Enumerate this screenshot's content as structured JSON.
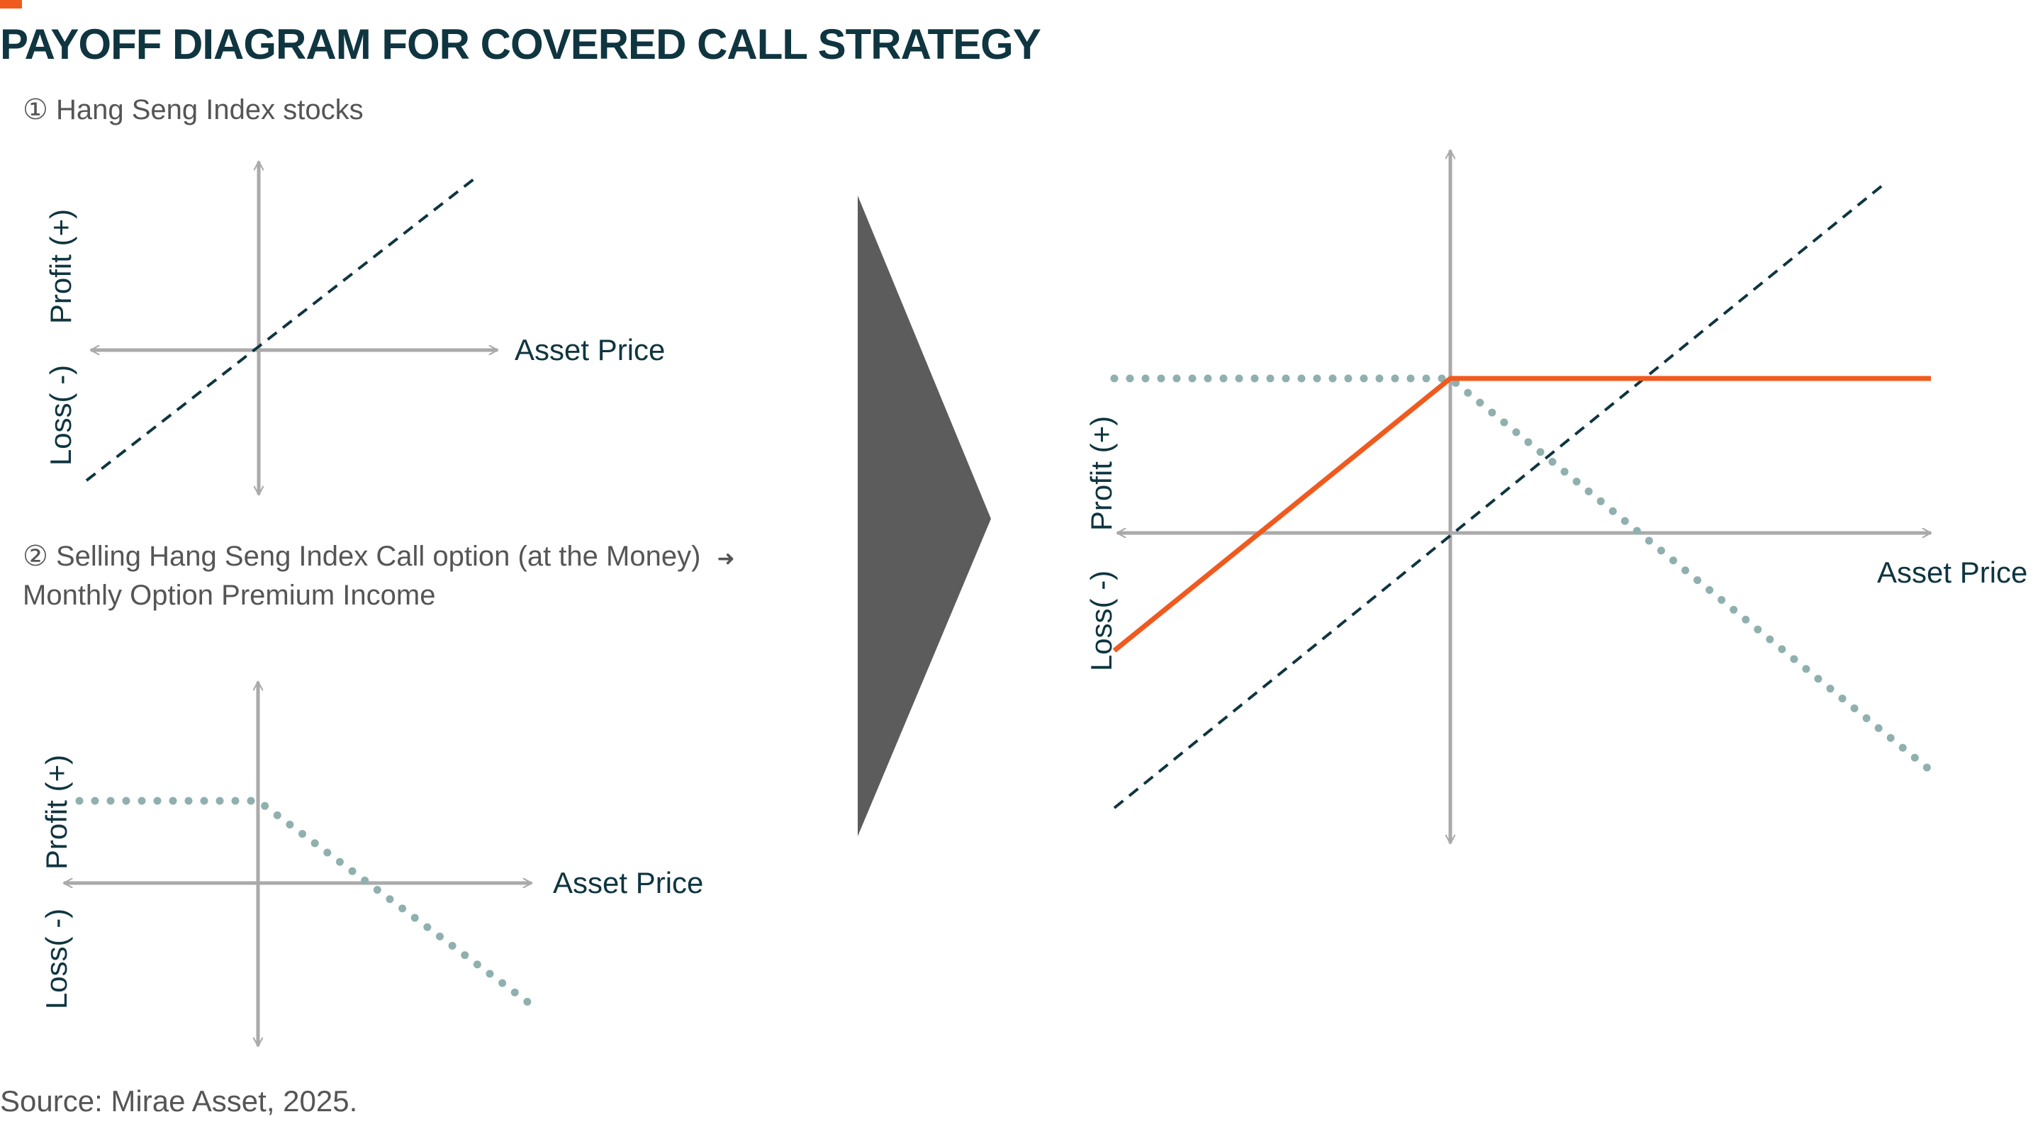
{
  "title": "PAYOFF DIAGRAM FOR COVERED CALL STRATEGY",
  "source": "Source: Mirae Asset, 2025.",
  "colors": {
    "accent": "#f05a1e",
    "title": "#0f3540",
    "axis": "#aaaaaa",
    "stock_line": "#0f3540",
    "option_line": "#8fb0ae",
    "covered_call_line": "#f05a1e",
    "arrow_shape": "#5c5c5c"
  },
  "panels": {
    "stock": {
      "label": "① Hang Seng Index stocks",
      "x_axis_label": "Asset Price",
      "y_profit_label": "Profit (+)",
      "y_loss_label": "Loss( -)"
    },
    "option": {
      "label_line1": "② Selling Hang Seng Index Call option (at the Money)",
      "arrow_glyph": "➜",
      "label_line2": "Monthly  Option Premium Income",
      "x_axis_label": "Asset Price",
      "y_profit_label": "Profit (+)",
      "y_loss_label": "Loss( -)"
    },
    "combined": {
      "x_axis_label": "Asset Price",
      "y_profit_label": "Profit (+)",
      "y_loss_label": "Loss( -)"
    }
  }
}
